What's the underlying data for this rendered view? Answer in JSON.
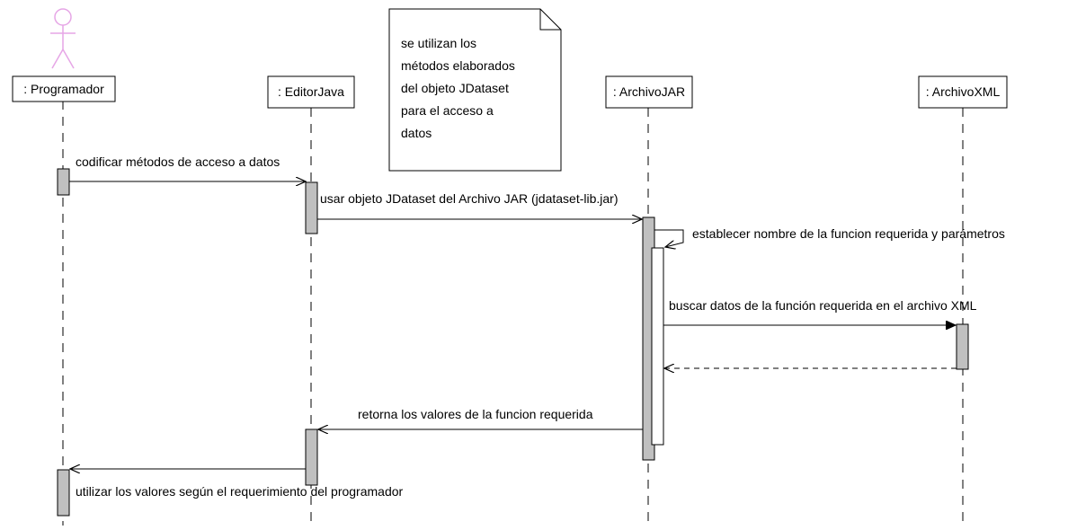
{
  "diagram": {
    "type": "uml-sequence",
    "participants": [
      {
        "id": "prog",
        "label": ": Programador",
        "actor": true
      },
      {
        "id": "editor",
        "label": ": EditorJava",
        "actor": false
      },
      {
        "id": "jar",
        "label": ": ArchivoJAR",
        "actor": false
      },
      {
        "id": "xml",
        "label": ": ArchivoXML",
        "actor": false
      }
    ],
    "note": {
      "lines": [
        "se utilizan los",
        "métodos elaborados",
        "del objeto JDataset",
        "para el acceso a",
        "datos"
      ]
    },
    "messages": [
      {
        "id": "m1",
        "from": "prog",
        "to": "editor",
        "kind": "sync",
        "label": "codificar métodos de acceso a datos"
      },
      {
        "id": "m2",
        "from": "editor",
        "to": "jar",
        "kind": "sync",
        "label": "usar objeto JDataset del Archivo JAR (jdataset-lib.jar)"
      },
      {
        "id": "m3",
        "from": "jar",
        "to": "jar",
        "kind": "self",
        "label": "establecer nombre de la funcion requerida y parámetros"
      },
      {
        "id": "m4",
        "from": "jar",
        "to": "xml",
        "kind": "sync",
        "label": "buscar datos de la función requerida en el archivo XML"
      },
      {
        "id": "m5",
        "from": "xml",
        "to": "jar",
        "kind": "return",
        "label": ""
      },
      {
        "id": "m6",
        "from": "jar",
        "to": "editor",
        "kind": "sync",
        "label": "retorna los valores de la funcion requerida"
      },
      {
        "id": "m7",
        "from": "editor",
        "to": "prog",
        "kind": "sync",
        "label": "utilizar los valores según el requerimiento del programador"
      }
    ],
    "colors": {
      "actor": "#e6a6e6",
      "line": "#000000",
      "activation_fill": "#c0c0c0",
      "box_fill": "#ffffff"
    }
  }
}
